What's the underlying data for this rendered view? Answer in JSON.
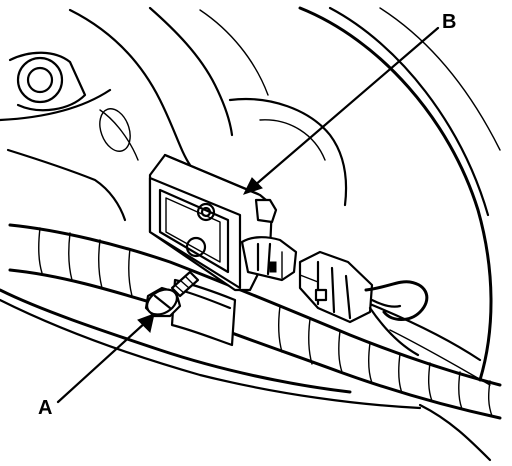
{
  "callouts": {
    "a": {
      "label": "A",
      "target": "mounting-bolt"
    },
    "b": {
      "label": "B",
      "target": "sensor-unit"
    }
  },
  "colors": {
    "line": "#000000",
    "background": "#ffffff"
  }
}
